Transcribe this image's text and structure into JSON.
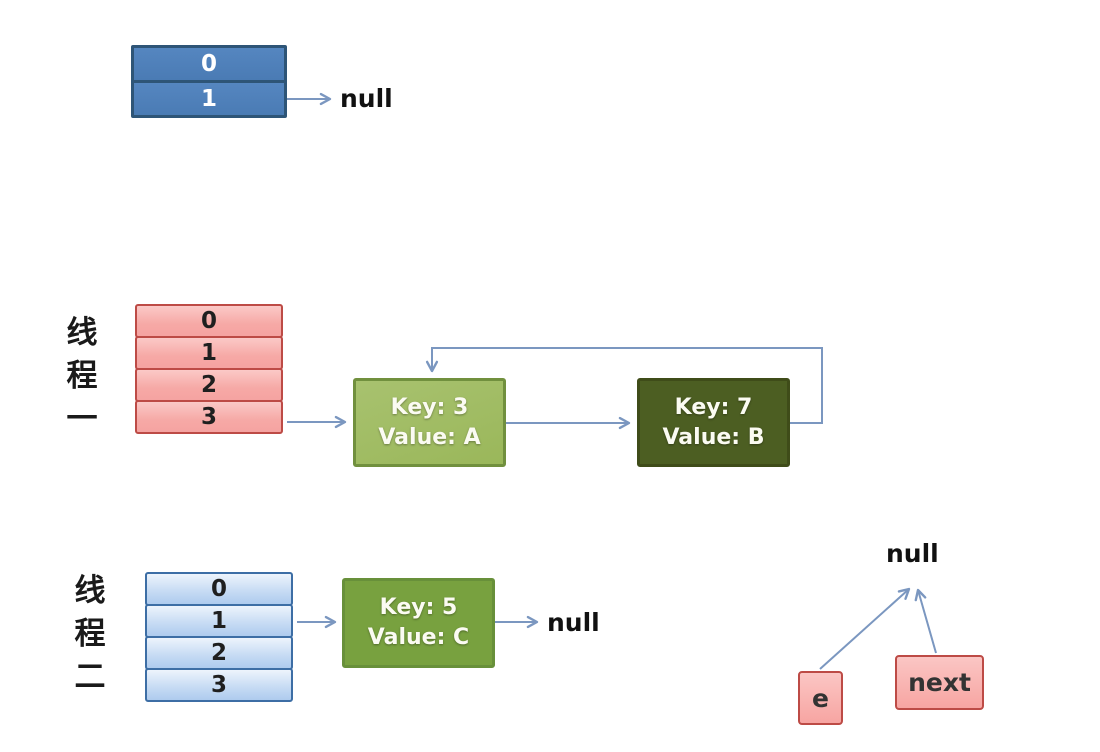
{
  "top_list": {
    "cells": [
      "0",
      "1"
    ],
    "null_label": "null"
  },
  "thread1": {
    "label_chars": [
      "线",
      "程",
      "一"
    ],
    "bucket_cells": [
      "0",
      "1",
      "2",
      "3"
    ],
    "node_a": {
      "key_line": "Key: 3",
      "value_line": "Value: A"
    },
    "node_b": {
      "key_line": "Key: 7",
      "value_line": "Value: B"
    }
  },
  "thread2": {
    "label_chars": [
      "线",
      "程",
      "二"
    ],
    "bucket_cells": [
      "0",
      "1",
      "2",
      "3"
    ],
    "node_c": {
      "key_line": "Key: 5",
      "value_line": "Value: C"
    },
    "null_label": "null"
  },
  "pointers": {
    "null_label": "null",
    "e_box_label": "e",
    "next_box_label": "next"
  },
  "colors": {
    "arrow_stroke": "#7B97C0",
    "top_table_fill": "#4E80BB",
    "top_table_border": "#2E5577",
    "pink_fill_light": "#FBC9C7",
    "pink_fill_deep": "#F5A3A1",
    "pink_border": "#BD4B46",
    "lightblue_fill_light": "#EDF4FC",
    "lightblue_fill_deep": "#AECBEE",
    "lightblue_border": "#3D6EA5",
    "node_a_fill": "#9AB75A",
    "node_a_border": "#71903E",
    "node_b_fill": "#4C5E22",
    "node_b_border": "#3F4C19",
    "node_c_fill": "#78A13F",
    "node_c_border": "#68903A",
    "node_text": "#FBFBF2",
    "text_dark": "#1F1F1F"
  }
}
